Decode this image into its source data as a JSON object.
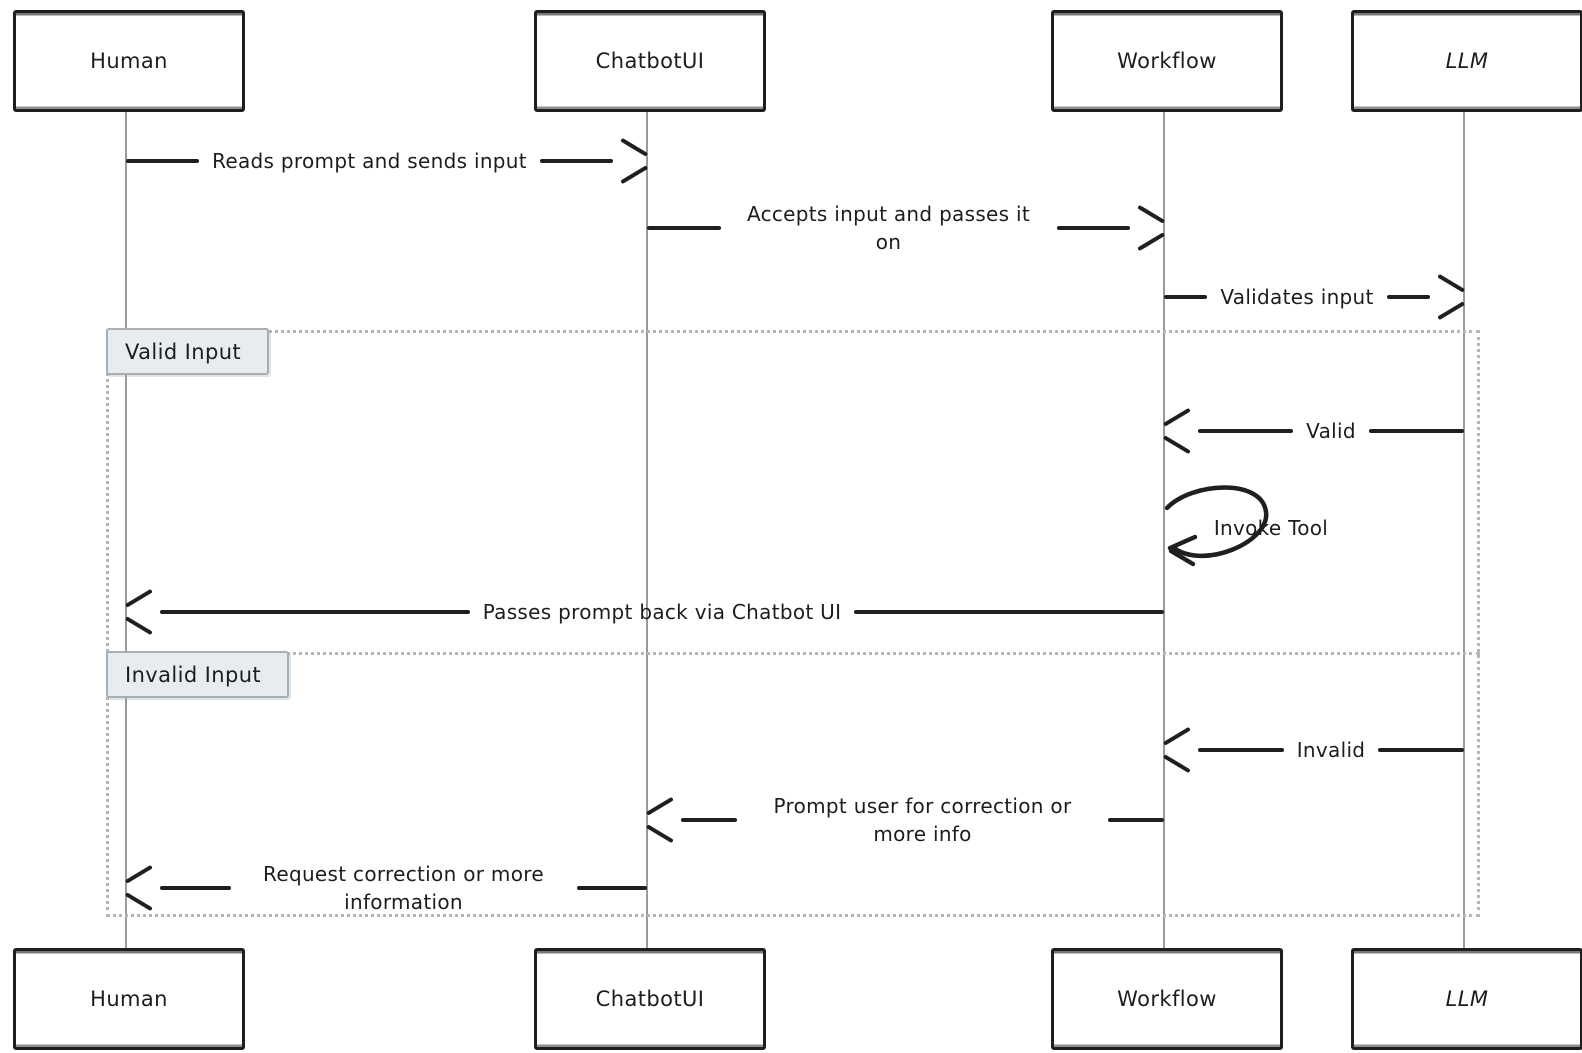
{
  "diagram": {
    "type": "sequence-diagram",
    "style": "hand-drawn",
    "actors": [
      {
        "id": "human",
        "label": "Human"
      },
      {
        "id": "chatbotui",
        "label": "ChatbotUI"
      },
      {
        "id": "workflow",
        "label": "Workflow"
      },
      {
        "id": "llm",
        "label": "LLM"
      }
    ],
    "messages": [
      {
        "from": "Human",
        "to": "ChatbotUI",
        "direction": "right",
        "label": "Reads prompt and sends input"
      },
      {
        "from": "ChatbotUI",
        "to": "Workflow",
        "direction": "right",
        "label": "Accepts input and passes it on"
      },
      {
        "from": "Workflow",
        "to": "LLM",
        "direction": "right",
        "label": "Validates input"
      },
      {
        "from": "LLM",
        "to": "Workflow",
        "direction": "left",
        "label": "Valid"
      },
      {
        "from": "Workflow",
        "to": "Workflow",
        "direction": "self",
        "label": "Invoke Tool"
      },
      {
        "from": "Workflow",
        "to": "Human",
        "direction": "left",
        "label": "Passes prompt back via Chatbot UI"
      },
      {
        "from": "LLM",
        "to": "Workflow",
        "direction": "left",
        "label": "Invalid"
      },
      {
        "from": "Workflow",
        "to": "ChatbotUI",
        "direction": "left",
        "label": "Prompt user for correction or more info"
      },
      {
        "from": "ChatbotUI",
        "to": "Human",
        "direction": "left",
        "label": "Request correction or more information"
      }
    ],
    "frames": [
      {
        "label": "Valid Input"
      },
      {
        "label": "Invalid Input"
      }
    ],
    "colors": {
      "ink": "#1f1f1f",
      "lifeline": "#9a9a9a",
      "frame_border": "#b0b7bd",
      "section_label_bg": "#e9ecee",
      "section_label_border": "#a6afb6",
      "background": "#ffffff"
    }
  }
}
